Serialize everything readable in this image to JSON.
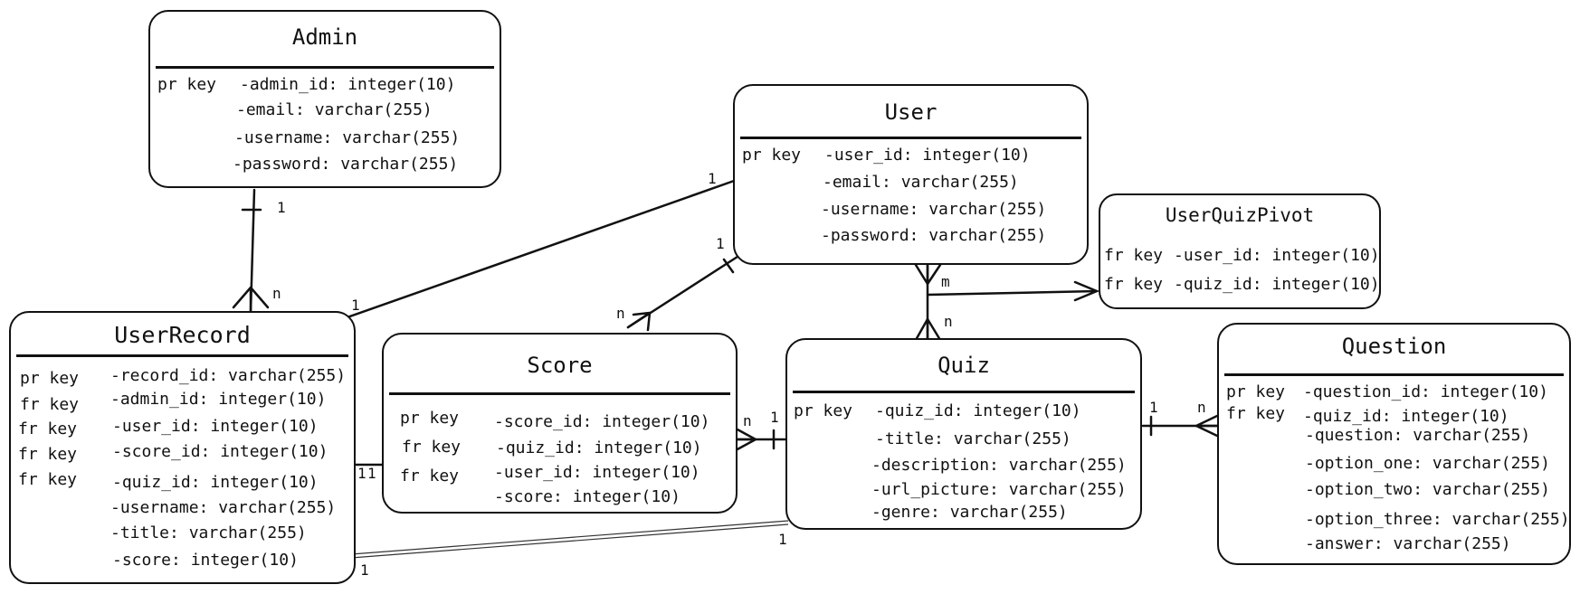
{
  "entities": {
    "admin": {
      "title": "Admin",
      "rows": [
        {
          "key": "pr key",
          "field": "-admin_id: integer(10)"
        },
        {
          "key": "",
          "field": "-email: varchar(255)"
        },
        {
          "key": "",
          "field": "-username: varchar(255)"
        },
        {
          "key": "",
          "field": "-password: varchar(255)"
        }
      ]
    },
    "user": {
      "title": "User",
      "rows": [
        {
          "key": "pr key",
          "field": "-user_id: integer(10)"
        },
        {
          "key": "",
          "field": "-email: varchar(255)"
        },
        {
          "key": "",
          "field": "-username: varchar(255)"
        },
        {
          "key": "",
          "field": "-password: varchar(255)"
        }
      ]
    },
    "userquizpivot": {
      "title": "UserQuizPivot",
      "rows": [
        {
          "key": "fr key",
          "field": "-user_id: integer(10)"
        },
        {
          "key": "fr key",
          "field": "-quiz_id: integer(10)"
        }
      ]
    },
    "userrecord": {
      "title": "UserRecord",
      "rows": [
        {
          "key": "pr key",
          "field": "-record_id: varchar(255)"
        },
        {
          "key": "fr key",
          "field": "-admin_id: integer(10)"
        },
        {
          "key": "fr key",
          "field": "-user_id: integer(10)"
        },
        {
          "key": "fr key",
          "field": "-score_id: integer(10)"
        },
        {
          "key": "fr key",
          "field": "-quiz_id: integer(10)"
        },
        {
          "key": "",
          "field": "-username: varchar(255)"
        },
        {
          "key": "",
          "field": "-title: varchar(255)"
        },
        {
          "key": "",
          "field": "-score: integer(10)"
        }
      ]
    },
    "score": {
      "title": "Score",
      "rows": [
        {
          "key": "pr key",
          "field": "-score_id: integer(10)"
        },
        {
          "key": "fr key",
          "field": "-quiz_id: integer(10)"
        },
        {
          "key": "fr key",
          "field": "-user_id: integer(10)"
        },
        {
          "key": "",
          "field": "-score: integer(10)"
        }
      ]
    },
    "quiz": {
      "title": "Quiz",
      "rows": [
        {
          "key": "pr key",
          "field": "-quiz_id: integer(10)"
        },
        {
          "key": "",
          "field": "-title: varchar(255)"
        },
        {
          "key": "",
          "field": "-description: varchar(255)"
        },
        {
          "key": "",
          "field": "-url_picture: varchar(255)"
        },
        {
          "key": "",
          "field": "-genre: varchar(255)"
        }
      ]
    },
    "question": {
      "title": "Question",
      "rows": [
        {
          "key": "pr key",
          "field": "-question_id: integer(10)"
        },
        {
          "key": "fr key",
          "field": "-quiz_id: integer(10)"
        },
        {
          "key": "",
          "field": "-question: varchar(255)"
        },
        {
          "key": "",
          "field": "-option_one: varchar(255)"
        },
        {
          "key": "",
          "field": "-option_two: varchar(255)"
        },
        {
          "key": "",
          "field": "-option_three: varchar(255)"
        },
        {
          "key": "",
          "field": "-answer: varchar(255)"
        }
      ]
    }
  },
  "relationships": [
    {
      "from": "Admin",
      "to": "UserRecord",
      "from_card": "1",
      "to_card": "n"
    },
    {
      "from": "User",
      "to": "UserRecord",
      "from_card": "1",
      "to_card": "1"
    },
    {
      "from": "User",
      "to": "Score",
      "from_card": "1",
      "to_card": "n"
    },
    {
      "from": "User",
      "to": "Quiz",
      "from_card": "m",
      "to_card": "n"
    },
    {
      "from": "Quiz",
      "to": "Score",
      "from_card": "1",
      "to_card": "n"
    },
    {
      "from": "Quiz",
      "to": "Question",
      "from_card": "1",
      "to_card": "n"
    },
    {
      "from": "UserRecord",
      "to": "Score",
      "from_card": "1",
      "to_card": "1"
    },
    {
      "from": "Quiz",
      "to": "UserRecord",
      "from_card": "1",
      "to_card": "1"
    }
  ]
}
